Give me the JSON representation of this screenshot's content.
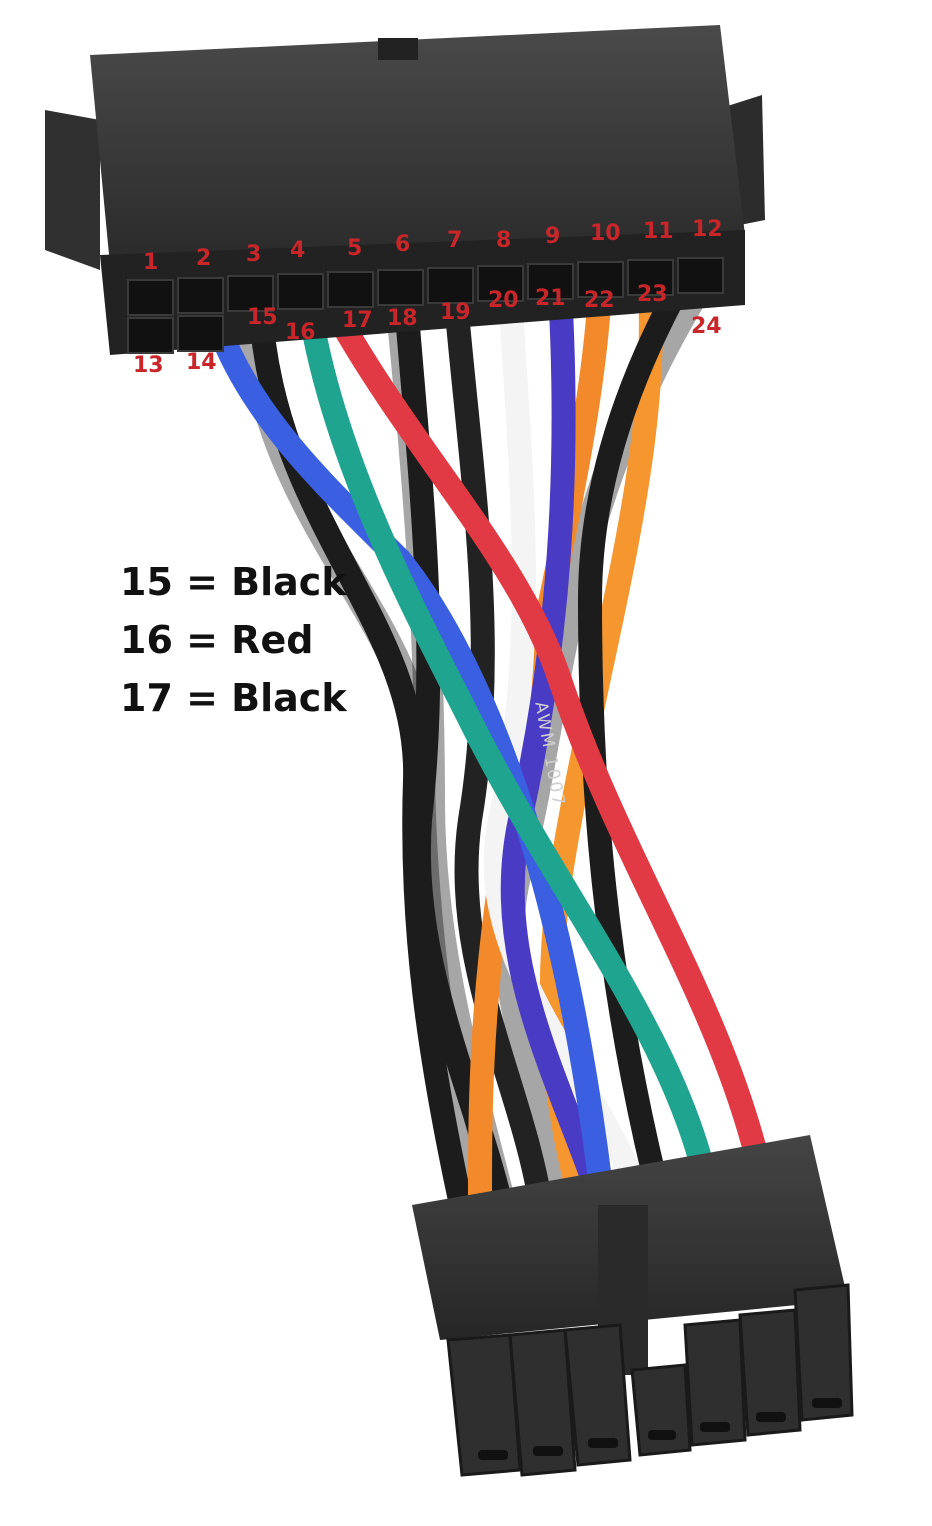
{
  "pin_labels": [
    "1",
    "2",
    "3",
    "4",
    "5",
    "6",
    "7",
    "8",
    "9",
    "10",
    "11",
    "12",
    "13",
    "14",
    "15",
    "16",
    "17",
    "18",
    "19",
    "20",
    "21",
    "22",
    "23",
    "24"
  ],
  "legend": [
    {
      "pin": "15",
      "text": "15 = Black"
    },
    {
      "pin": "16",
      "text": "16 = Red"
    },
    {
      "pin": "17",
      "text": "17 = Black"
    }
  ],
  "cable_print": "AWM 1007",
  "colors": {
    "label_red": "#c8262a",
    "connector": "#3a3a3a",
    "wire_black": "#1c1c1c",
    "wire_blue": "#3a5fe0",
    "wire_green": "#1fa58f",
    "wire_red": "#e23a44",
    "wire_white": "#f4f4f4",
    "wire_purple": "#4a3bc4",
    "wire_orange": "#f28a2c"
  }
}
